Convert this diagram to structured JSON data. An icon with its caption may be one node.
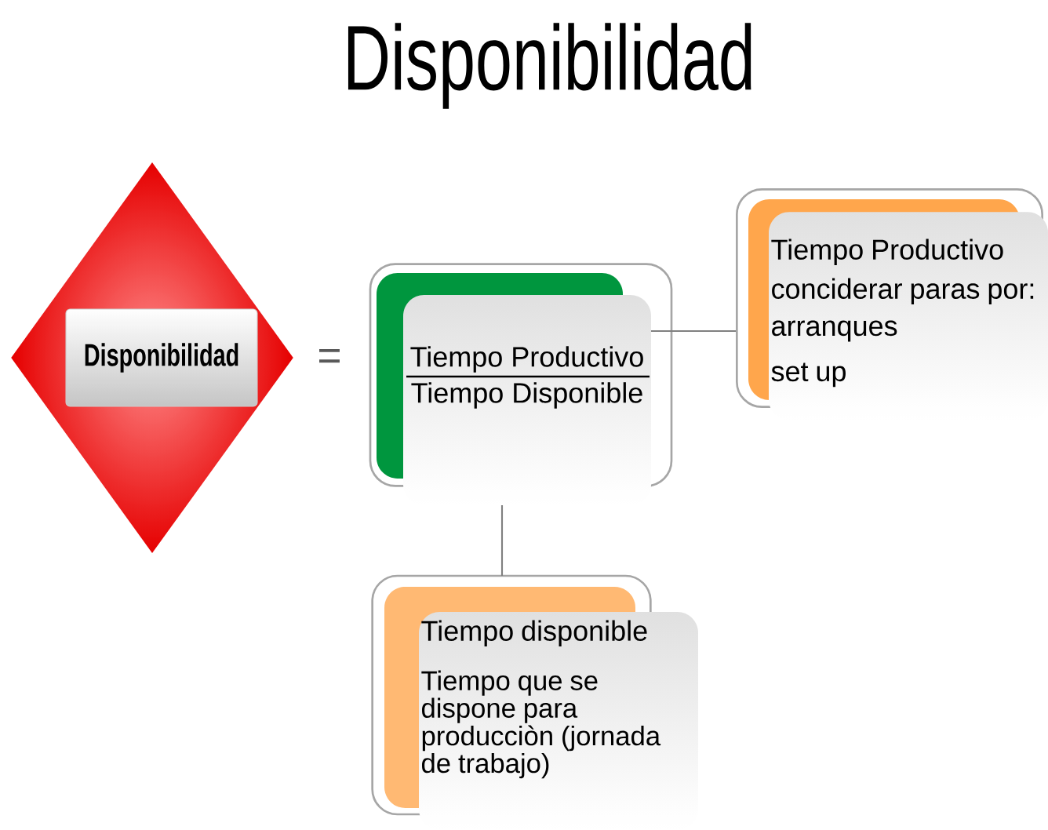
{
  "diagram": {
    "title": "Disponibilidad",
    "nodes": [
      {
        "text": [
          "Disponibilidad"
        ]
      },
      {
        "text": [
          "Tiempo Productivo",
          "Tiempo Disponible"
        ]
      },
      {
        "text": [
          "Tiempo Productivo",
          "conciderar paras por:",
          "arranques",
          "set up"
        ]
      },
      {
        "text": [
          "Tiempo disponible",
          "Tiempo que se dispone para producciòn (jornada de trabajo)"
        ]
      }
    ],
    "edges": [
      {
        "from": 1,
        "to": 2,
        "arrow": "none"
      },
      {
        "from": 1,
        "to": 3,
        "arrow": "none"
      }
    ],
    "labels": [
      "="
    ]
  }
}
